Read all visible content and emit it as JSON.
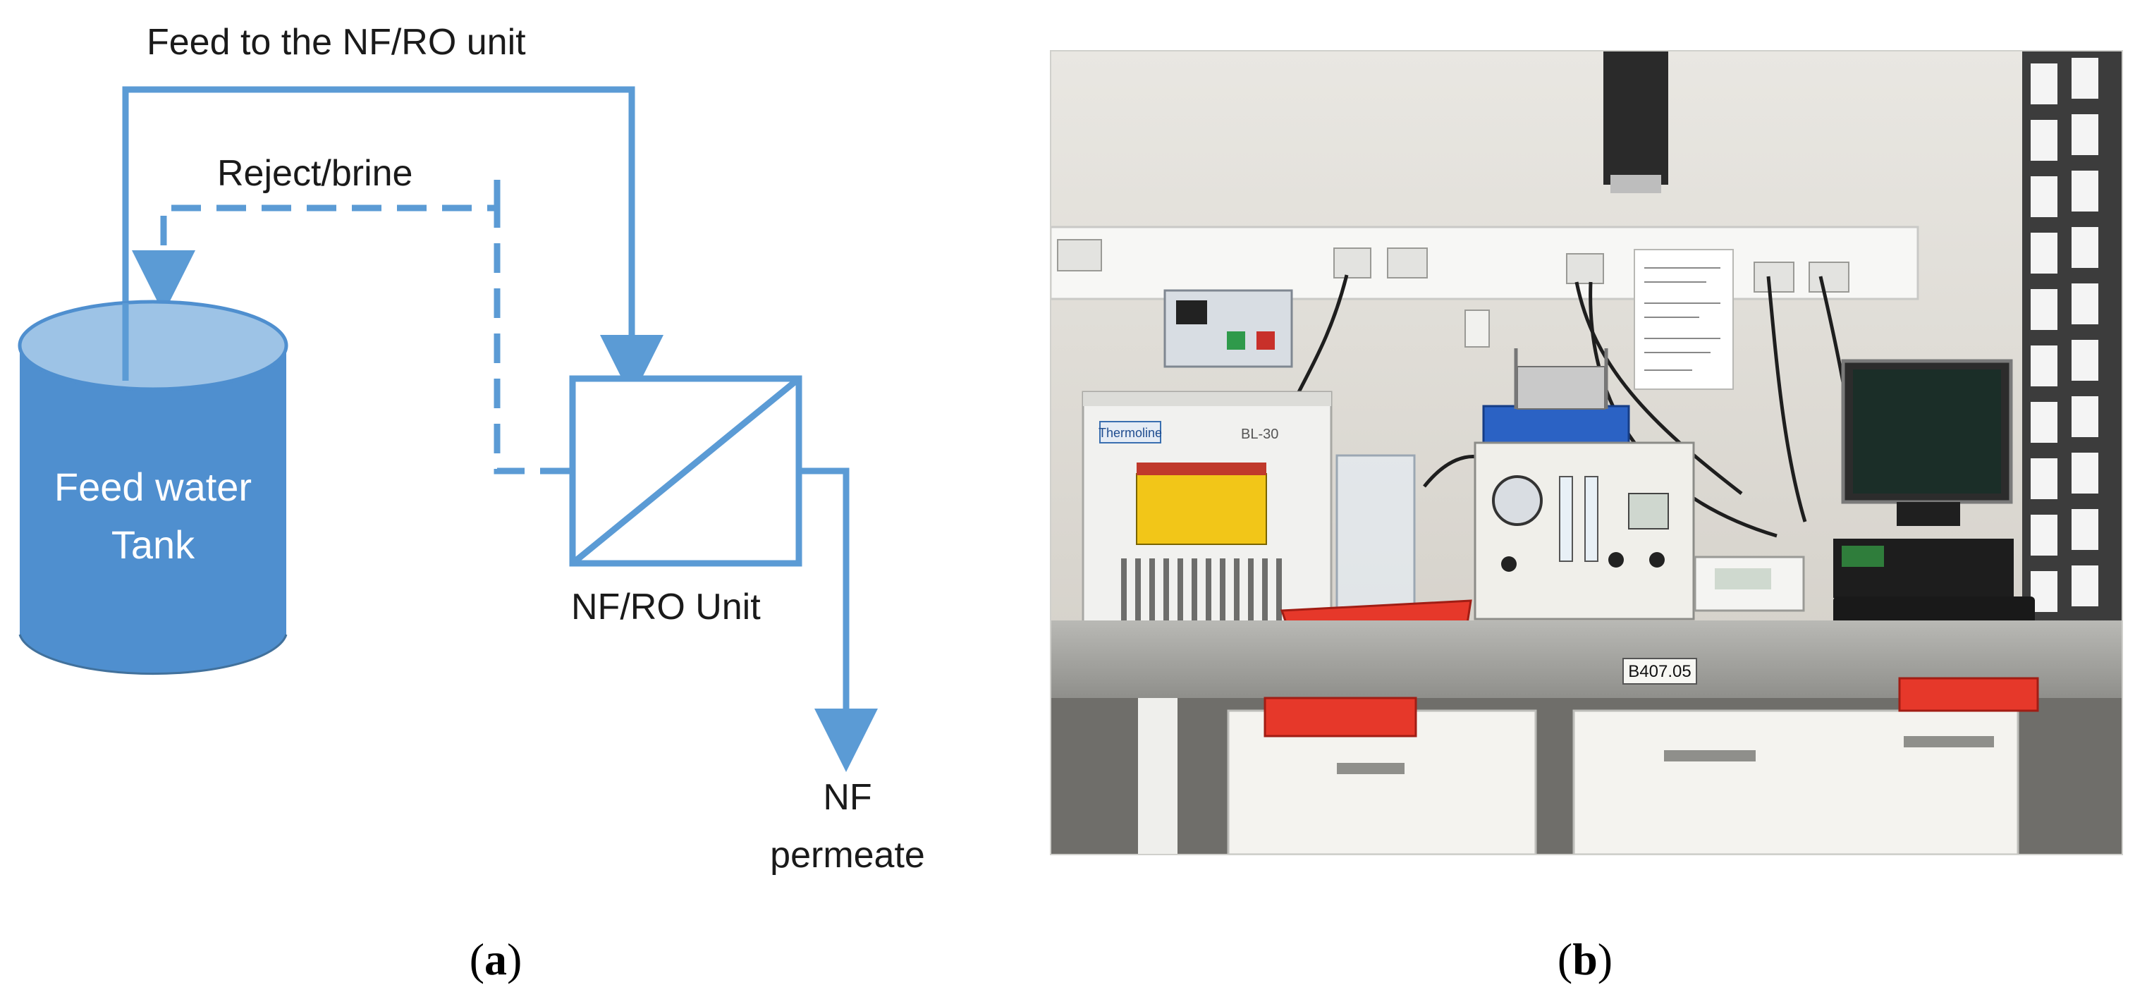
{
  "panel_a": {
    "feed_label": "Feed to the NF/RO unit",
    "reject_label": "Reject/brine",
    "tank_label_line1": "Feed water",
    "tank_label_line2": "Tank",
    "unit_label": "NF/RO Unit",
    "permeate_line1": "NF",
    "permeate_line2": "permeate",
    "caption_open": "(",
    "caption_letter": "a",
    "caption_close": ")"
  },
  "panel_b": {
    "bench_tag": "B407.05",
    "chiller_brand": "Thermoline",
    "chiller_model": "BL-30",
    "caption_open": "(",
    "caption_letter": "b",
    "caption_close": ")"
  },
  "colors": {
    "line_blue": "#5b9bd5",
    "tank_fill": "#4f8fcf",
    "tank_top": "#9dc3e6"
  }
}
